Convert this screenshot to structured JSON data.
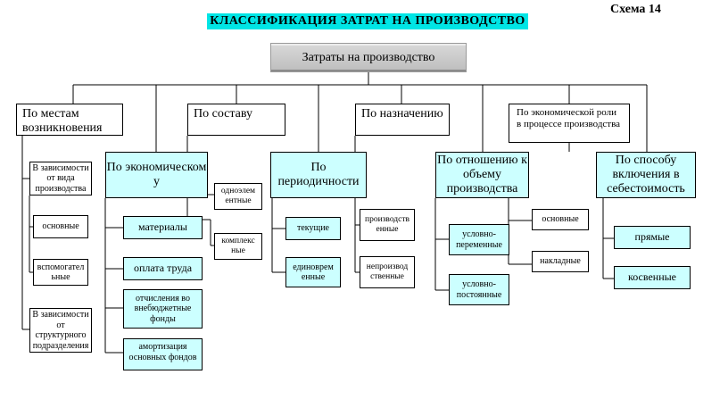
{
  "scheme_label": "Схема 14",
  "title": "КЛАССИФИКАЦИЯ  ЗАТРАТ  НА  ПРОИЗВОДСТВО",
  "root": "Затраты на производство",
  "categories": {
    "location": "По местам возникновения",
    "composition": "По составу",
    "purpose": "По назначению",
    "economic_role": "По экономической роли в процессе производства"
  },
  "sub_headers": {
    "economic": "По экономическом у",
    "periodicity": "По периодичности",
    "volume": "По отношению к объему производства",
    "inclusion": "По способу включения в себестоимость"
  },
  "location_items": {
    "by_type": "В зависимости от вида производства",
    "main": "основные",
    "auxiliary": "вспомогател ьные",
    "by_unit": "В зависимости от структурного подразделения"
  },
  "composition_items": {
    "single": "одноэлем ентные",
    "complex": "комплекс ные"
  },
  "economic_items": {
    "materials": "материалы",
    "wages": "оплата труда",
    "contributions": "отчисления во внебюджетные фонды",
    "depreciation": "амортизация основных фондов"
  },
  "periodicity_items": {
    "current": "текущие",
    "one_time": "единоврем енные"
  },
  "purpose_items": {
    "productive": "производств енные",
    "unproductive": "непроизвод ственные"
  },
  "volume_items": {
    "variable": "условно- переменные",
    "fixed": "условно- постоянные"
  },
  "role_items": {
    "main": "основные",
    "overhead": "накладные"
  },
  "inclusion_items": {
    "direct": "прямые",
    "indirect": "косвенные"
  }
}
